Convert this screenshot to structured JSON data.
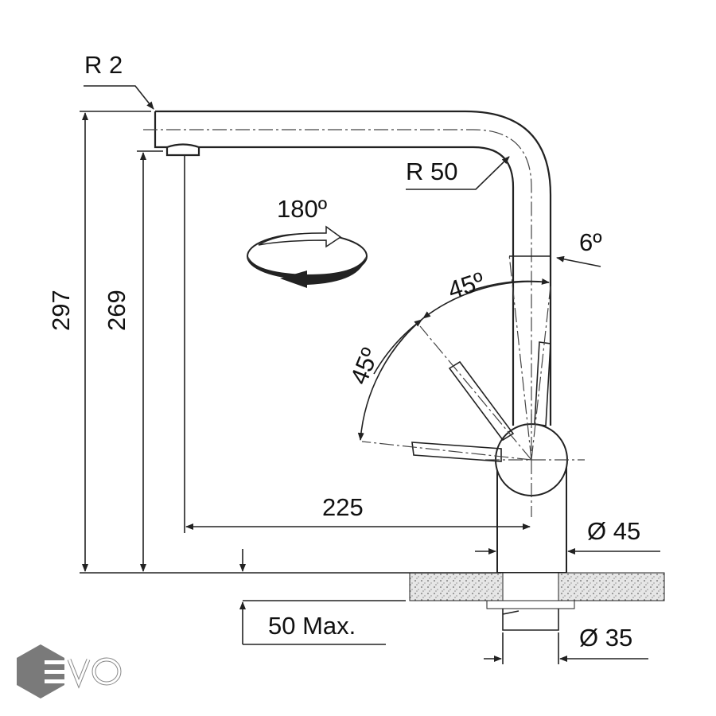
{
  "dimensions": {
    "r2": "R 2",
    "r50": "R 50",
    "rotation": "180º",
    "angle_6": "6º",
    "angle_45_upper": "45º",
    "angle_45_lower": "45º",
    "height_total": "297",
    "height_outlet": "269",
    "reach": "225",
    "body_diameter": "Ø 45",
    "shank_diameter": "Ø 35",
    "max_thickness": "50 Max."
  },
  "logo": {
    "text": "EVO",
    "colors": {
      "hexagon": "#7a7a7a"
    }
  }
}
